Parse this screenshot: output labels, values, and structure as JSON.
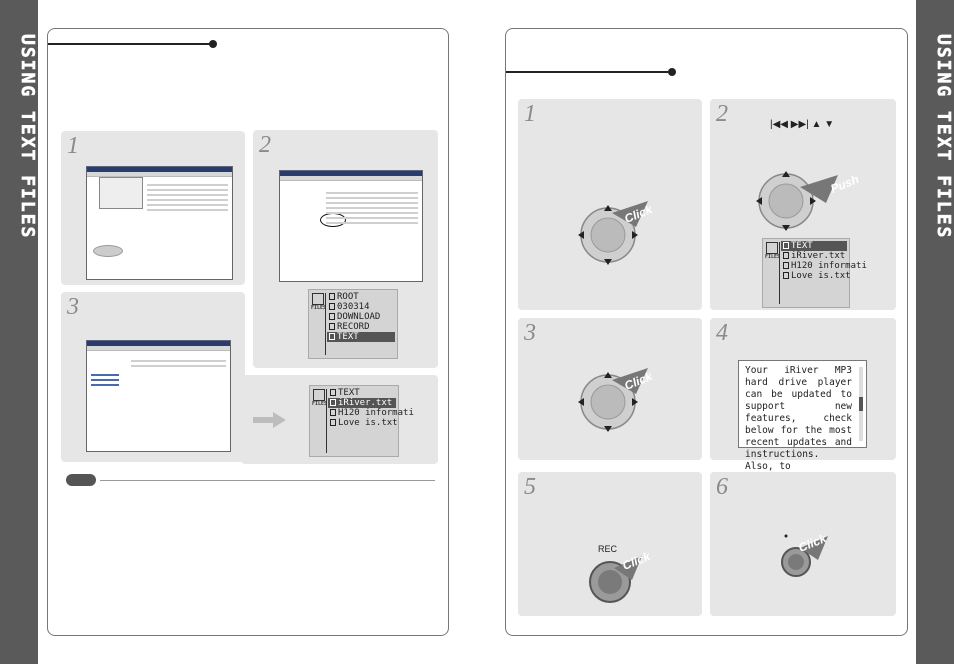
{
  "side_title": "USING TEXT FILES",
  "left_page": {
    "steps": [
      {
        "num": "1"
      },
      {
        "num": "2"
      },
      {
        "num": "3"
      }
    ],
    "step2_screen": [
      "ROOT",
      "030314",
      "DOWNLOAD",
      "RECORD",
      "TEXT"
    ],
    "step3_screen": [
      "TEXT",
      "iRiver.txt",
      "H120 informati",
      "Love is.txt"
    ],
    "lcd_label": "FILES"
  },
  "right_page": {
    "steps": [
      {
        "num": "1"
      },
      {
        "num": "2"
      },
      {
        "num": "3"
      },
      {
        "num": "4"
      },
      {
        "num": "5"
      },
      {
        "num": "6"
      }
    ],
    "click_label": "Click",
    "push_label": "Push",
    "rec_label": "REC",
    "nav_buttons": "|◀◀  ▶▶|   ▲  ▼",
    "step2_screen": [
      "TEXT",
      "iRiver.txt",
      "H120 informati",
      "Love is.txt"
    ],
    "lcd_label": "FILES",
    "text_preview": "Your iRiver MP3 hard drive player can be updated to support new features, check below for the most recent updates and instructions. Also, to"
  },
  "colors": {
    "sidebar": "#5a5a5a",
    "box": "#e6e6e6",
    "highlight": "#555555"
  }
}
